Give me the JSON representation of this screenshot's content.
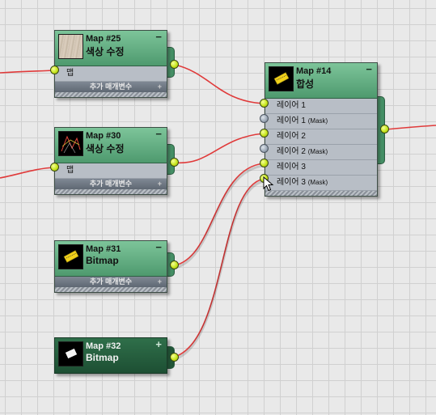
{
  "colors": {
    "wire": "#e03a3a",
    "header_green": "#6cb78a",
    "header_dark": "#24583b",
    "row_bg": "#b8bec6",
    "socket_green": "#c7e61c",
    "socket_gray": "#9aa6b4"
  },
  "nodes": {
    "map25": {
      "title": "Map #25",
      "subtitle": "색상 수정",
      "collapse": "−",
      "input_label": "맵",
      "footer": "추가 매개변수",
      "footer_icon": "+"
    },
    "map30": {
      "title": "Map #30",
      "subtitle": "색상 수정",
      "collapse": "−",
      "input_label": "맵",
      "footer": "추가 매개변수",
      "footer_icon": "+"
    },
    "map31": {
      "title": "Map #31",
      "subtitle": "Bitmap",
      "collapse": "−",
      "footer": "추가 매개변수",
      "footer_icon": "+"
    },
    "map32": {
      "title": "Map #32",
      "subtitle": "Bitmap",
      "collapse": "+"
    },
    "map14": {
      "title": "Map #14",
      "subtitle": "합성",
      "collapse": "−",
      "rows": [
        {
          "label": "레이어 1",
          "mask": ""
        },
        {
          "label": "레이어 1",
          "mask": "(Mask)"
        },
        {
          "label": "레이어 2",
          "mask": ""
        },
        {
          "label": "레이어 2",
          "mask": "(Mask)"
        },
        {
          "label": "레이어 3",
          "mask": ""
        },
        {
          "label": "레이어 3",
          "mask": "(Mask)"
        }
      ]
    }
  },
  "icons": {
    "thumb25": "beige-texture-thumbnail",
    "thumb30": "dark-wireframe-thumbnail",
    "thumb31": "yellow-tag-thumbnail",
    "thumb32": "white-card-thumbnail",
    "thumb14": "yellow-tag-thumbnail",
    "cursor": "arrow-cursor-icon"
  }
}
